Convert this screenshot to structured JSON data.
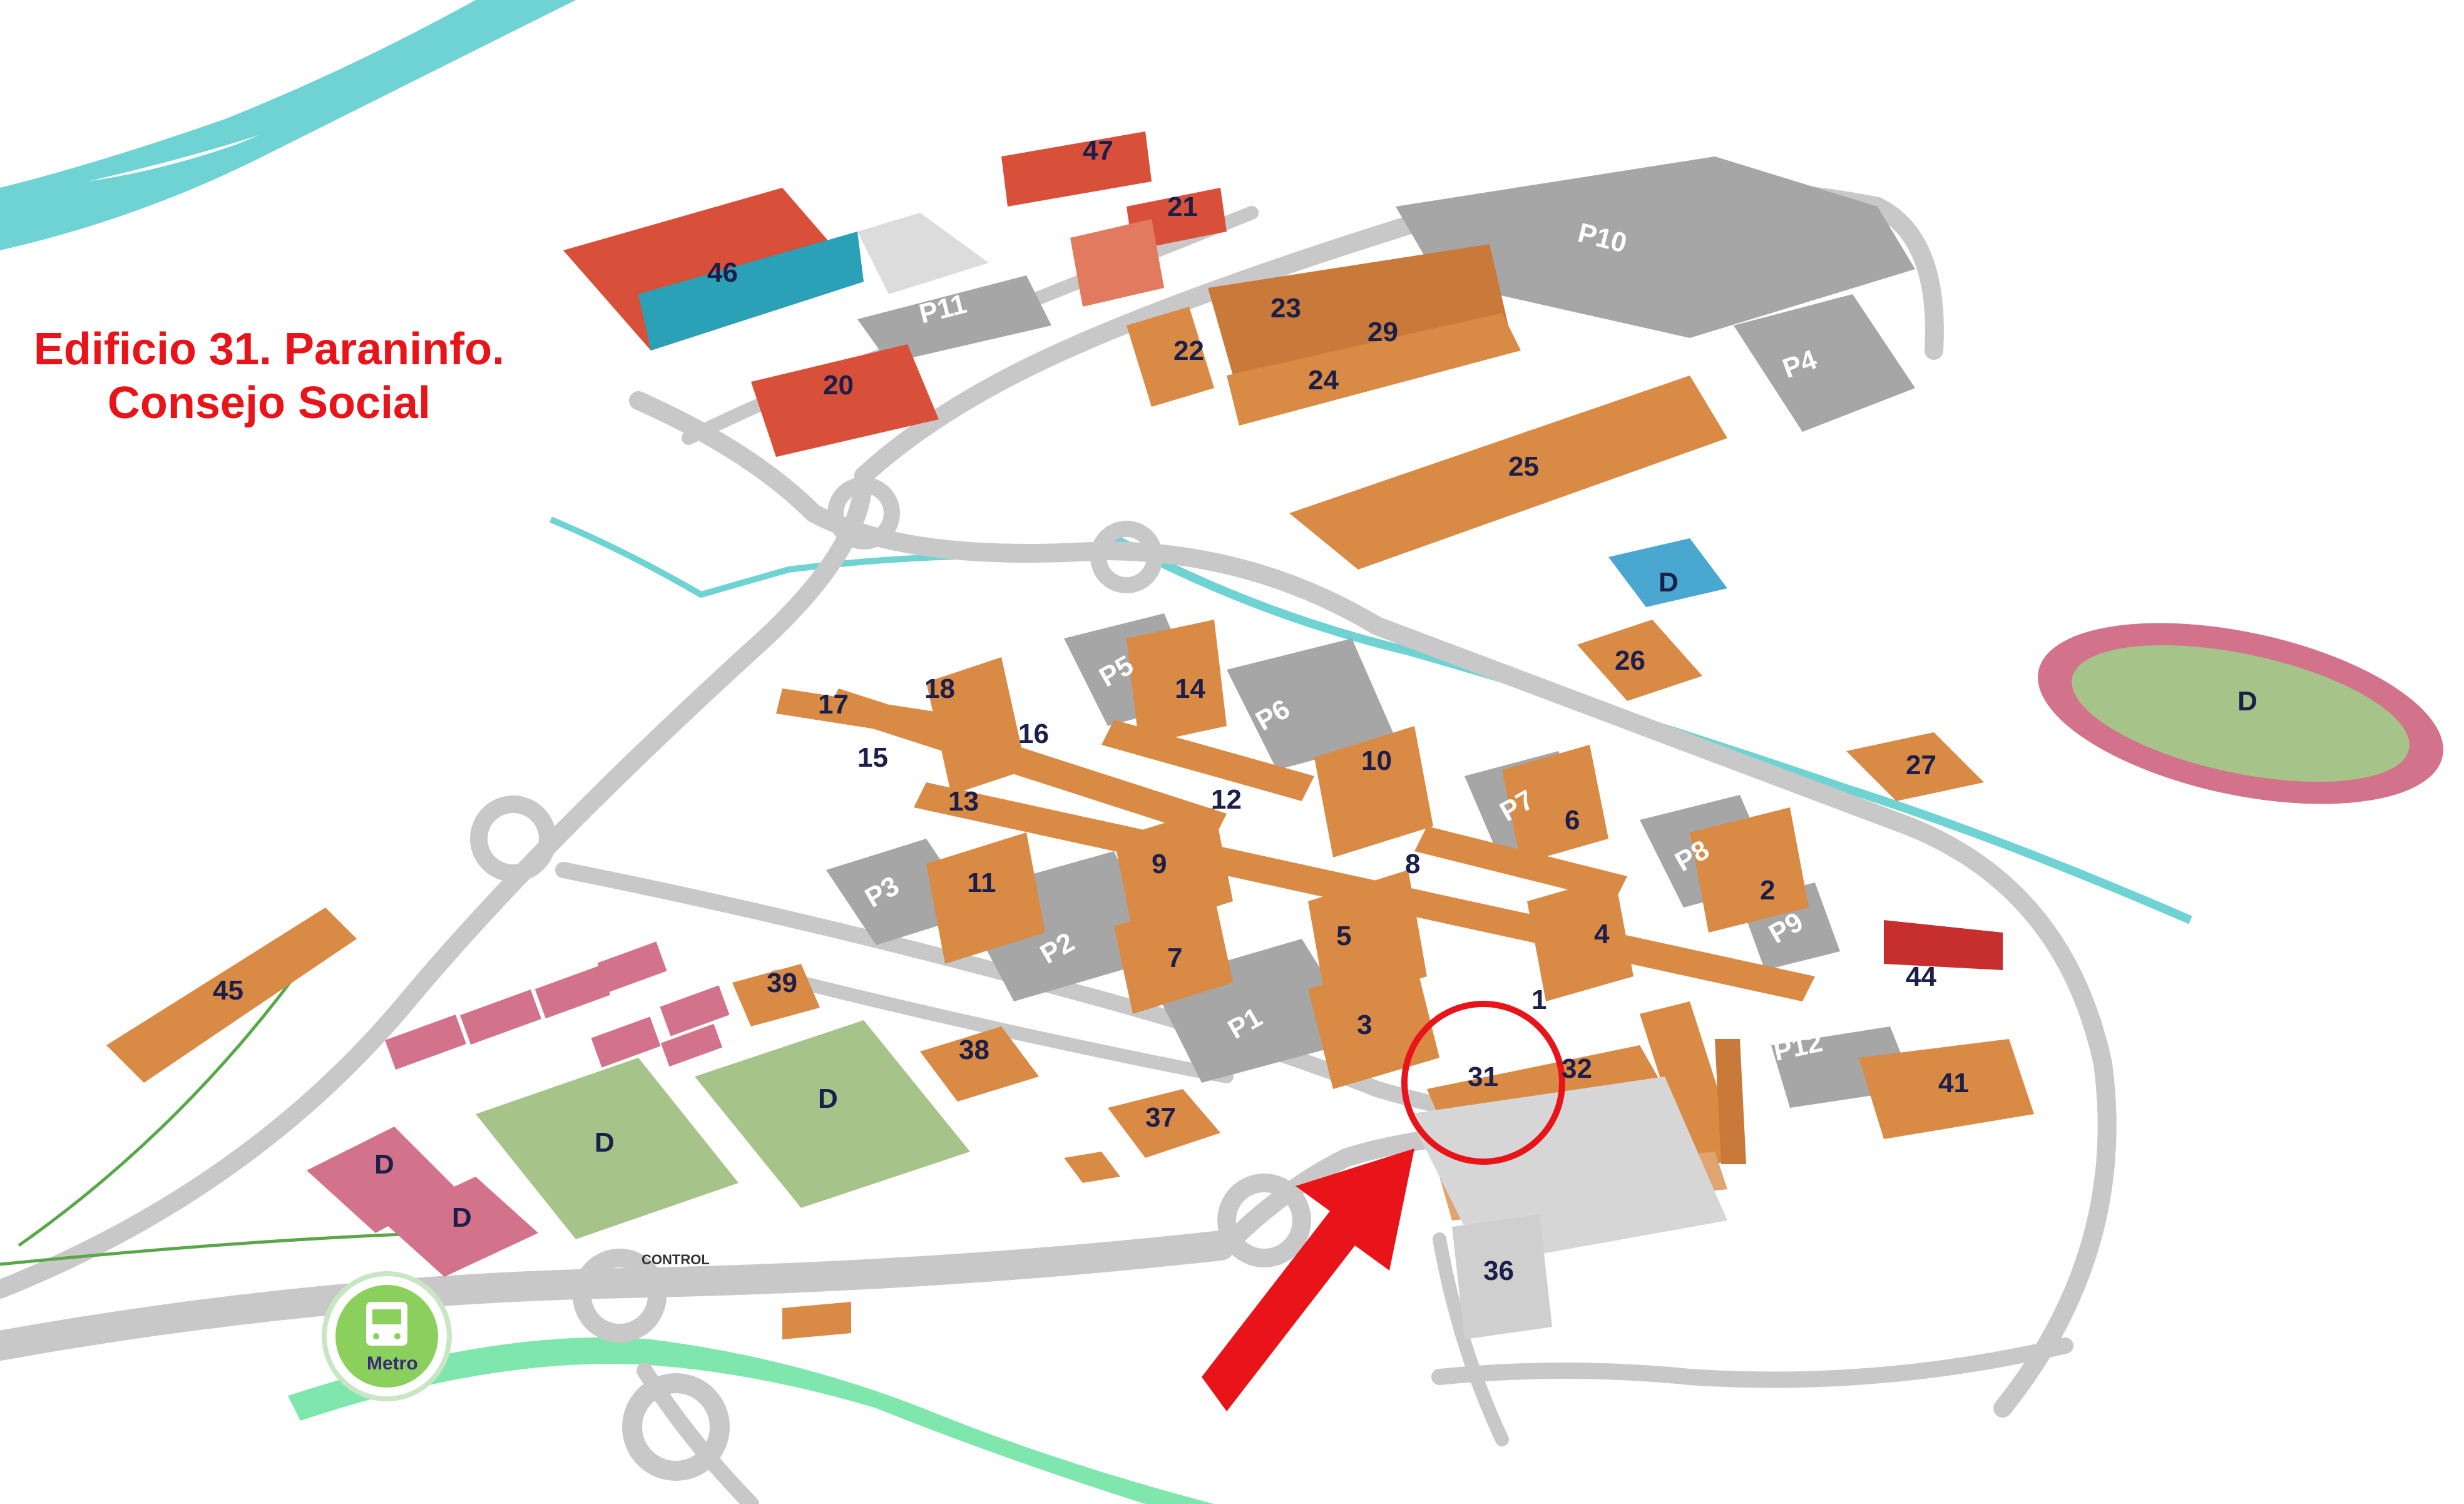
{
  "title": {
    "line1": "Edificio 31. Paraninfo.",
    "line2": "Consejo Social"
  },
  "colors": {
    "building": "#d98a44",
    "building_dark": "#b8692b",
    "highlight": "#e8141a",
    "road": "#c8c8c8",
    "river": "#6fd3d3",
    "parking": "#9e9e9e",
    "sport_green": "#a6c48a",
    "sport_pink": "#d3738b",
    "red_building": "#d9503a"
  },
  "buildings": {
    "b1": "1",
    "b2": "2",
    "b3": "3",
    "b4": "4",
    "b5": "5",
    "b6": "6",
    "b7": "7",
    "b8": "8",
    "b9": "9",
    "b10": "10",
    "b11": "11",
    "b12": "12",
    "b13": "13",
    "b14": "14",
    "b15": "15",
    "b16": "16",
    "b17": "17",
    "b18": "18",
    "b20": "20",
    "b21": "21",
    "b22": "22",
    "b23": "23",
    "b24": "24",
    "b25": "25",
    "b26": "26",
    "b27": "27",
    "b29": "29",
    "b31": "31",
    "b32": "32",
    "b36": "36",
    "b37": "37",
    "b38": "38",
    "b39": "39",
    "b41": "41",
    "b44": "44",
    "b45": "45",
    "b46": "46",
    "b47": "47"
  },
  "parkings": {
    "p1": "P1",
    "p2": "P2",
    "p3": "P3",
    "p4": "P4",
    "p5": "P5",
    "p6": "P6",
    "p7": "P7",
    "p8": "P8",
    "p9": "P9",
    "p10": "P10",
    "p11": "P11",
    "p12": "P12"
  },
  "sports_label": "D",
  "control_label": "CONTROL",
  "metro_label": "Metro",
  "icons": {
    "metro": "metro-train-icon",
    "arrow": "red-arrow-pointer"
  }
}
